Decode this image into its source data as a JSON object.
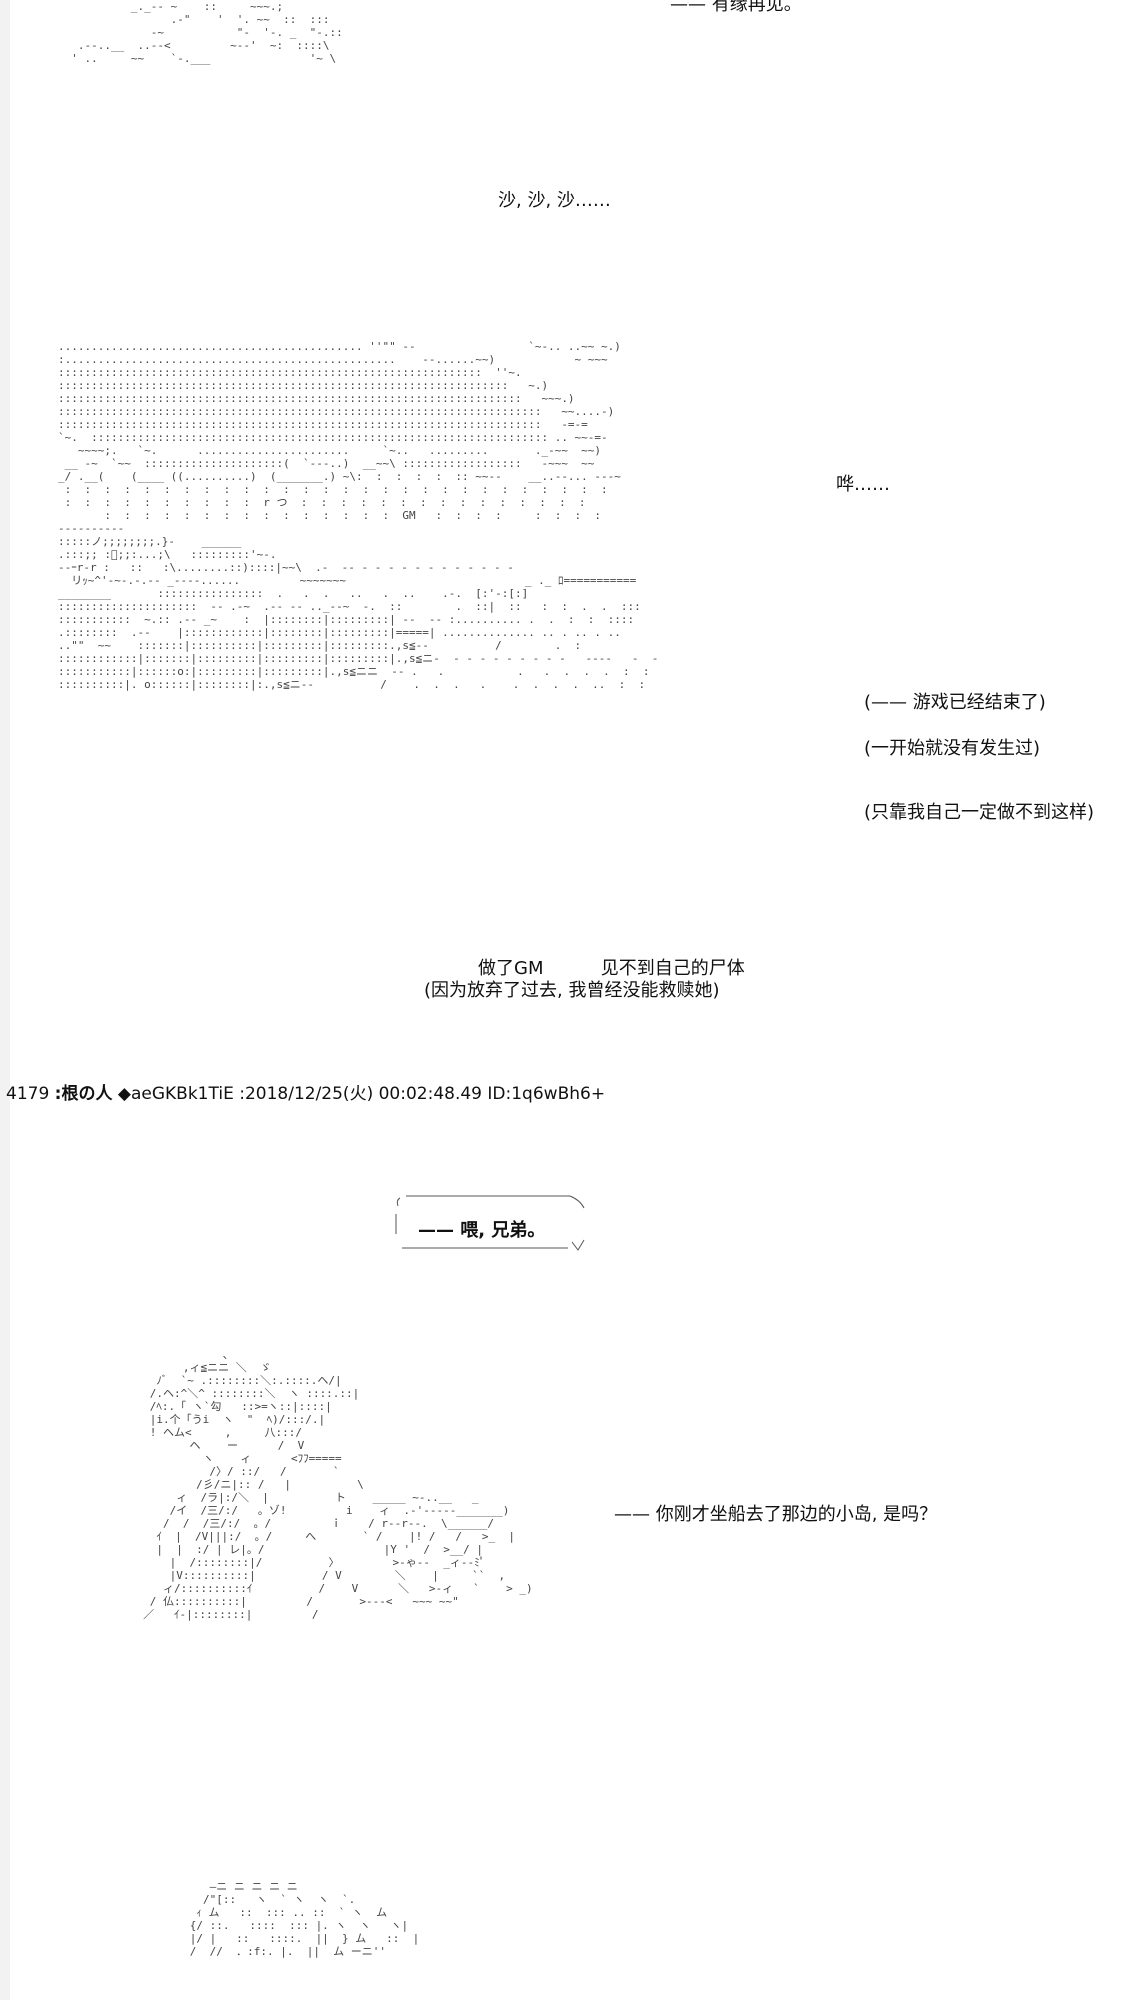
{
  "top_caption": "—— 有缘再见。",
  "sound_sand": "沙, 沙, 沙……",
  "sound_crash": "哗……",
  "thoughts": [
    "(—— 游戏已经结束了)",
    "(一开始就没有发生过)",
    "(只靠我自己一定做不到这样)"
  ],
  "caption_gm": "做了GM          见不到自己的尸体",
  "caption_reason": "(因为放弃了过去, 我曾经没能救赎她)",
  "post": {
    "number": "4179",
    "name": "根の人",
    "trip": "◆aeGKBk1TiE",
    "date": "2018/12/25(火) 00:02:48.49",
    "id": "ID:1q6wBh6+"
  },
  "speech_bubble": "—— 喂, 兄弟。",
  "dialogue_island": "—— 你刚才坐船去了那边的小岛, 是吗？"
}
